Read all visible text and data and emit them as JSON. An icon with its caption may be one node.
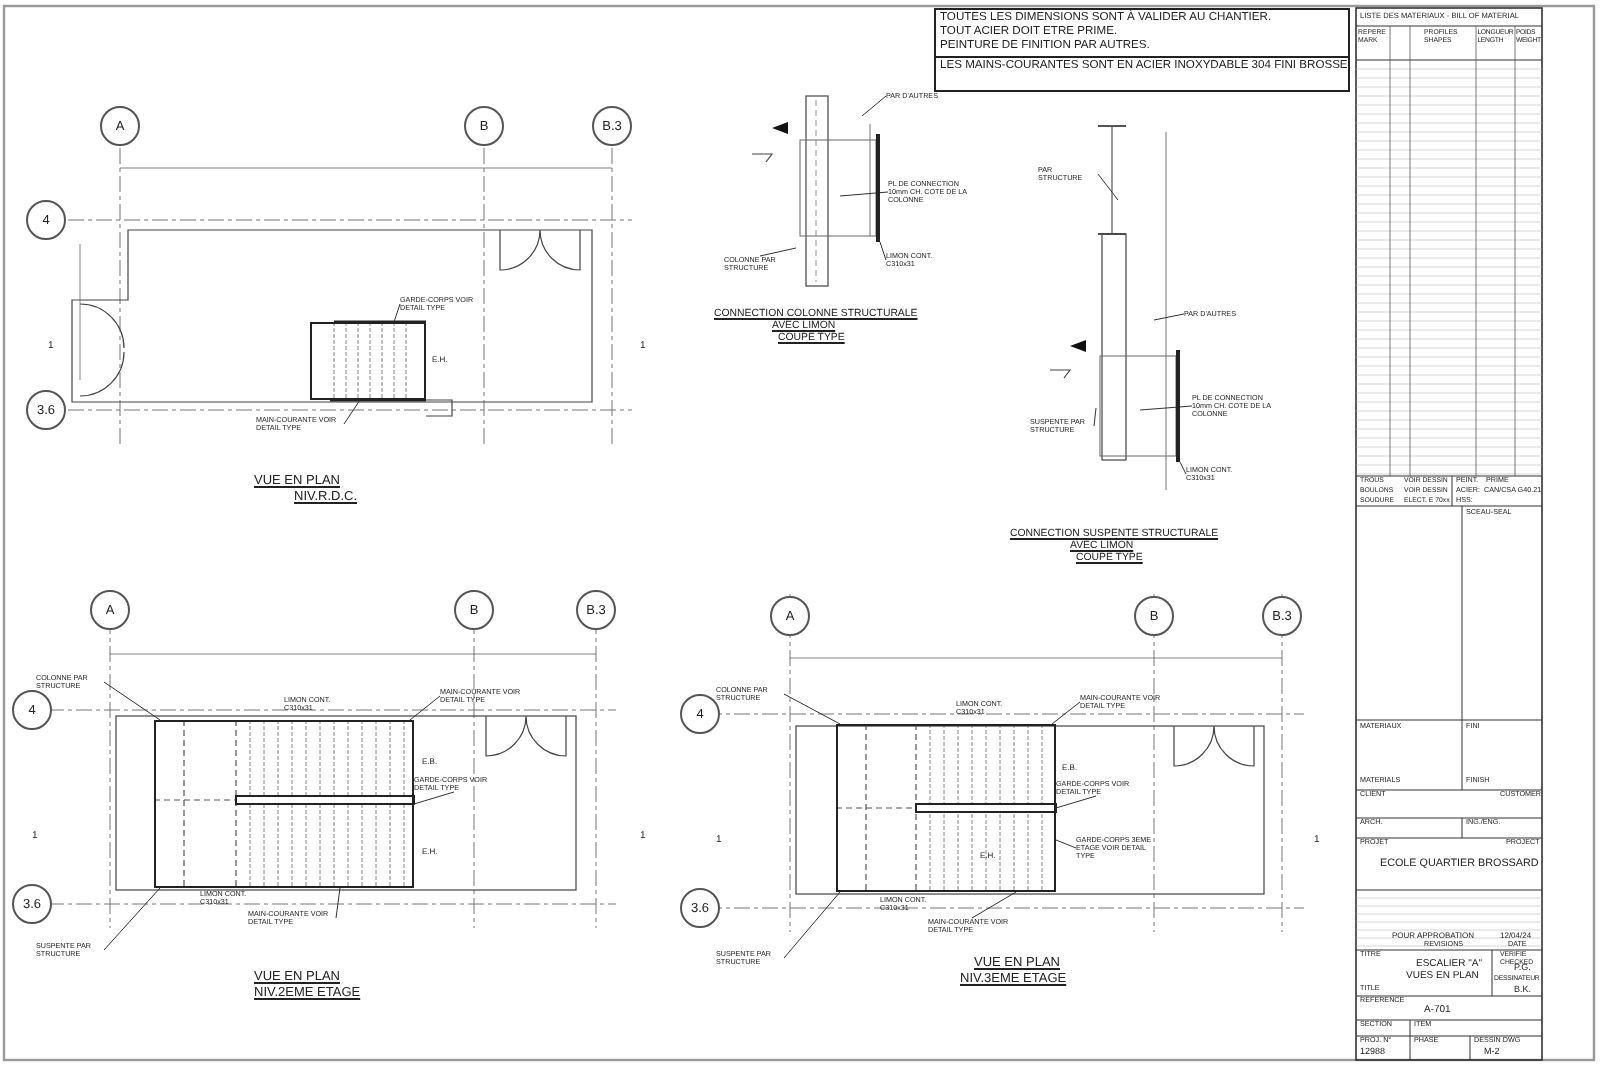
{
  "diagram": {
    "nodes": [
      {
        "text": [
          "TOUTES LES DIMENSIONS SONT À VALIDER  AU CHANTIER.",
          "TOUT ACIER DOIT ETRE PRIME.",
          "PEINTURE DE FINITION PAR AUTRES."
        ]
      },
      {
        "text": [
          "LES MAINS-COURANTES SONT EN ACIER INOXYDABLE 304 FINI BROSSE"
        ]
      },
      {
        "text": [
          "A"
        ]
      },
      {
        "text": [
          "B"
        ]
      },
      {
        "text": [
          "B.3"
        ]
      },
      {
        "text": [
          "4"
        ]
      },
      {
        "text": [
          "3.6"
        ]
      },
      {
        "text": [
          "GARDE-CORPS VOIR DETAIL TYPE"
        ]
      },
      {
        "text": [
          "MAIN-COURANTE VOIR DETAIL TYPE"
        ]
      },
      {
        "text": [
          "PAR D'AUTRES"
        ]
      },
      {
        "text": [
          "PL DE CONNECTION 10mm CH. COTE DE LA COLONNE"
        ]
      },
      {
        "text": [
          "COLONNE PAR STRUCTURE"
        ]
      },
      {
        "text": [
          "LIMON CONT. C310x31"
        ]
      },
      {
        "text": [
          "PAR STRUCTURE"
        ]
      },
      {
        "text": [
          "PAR D'AUTRES"
        ]
      },
      {
        "text": [
          "PL DE CONNECTION 10mm CH. COTE DE LA COLONNE"
        ]
      },
      {
        "text": [
          "SUSPENTE PAR STRUCTURE"
        ]
      },
      {
        "text": [
          "LIMON CONT. C310x31"
        ]
      },
      {
        "text": [
          "A"
        ]
      },
      {
        "text": [
          "B"
        ]
      },
      {
        "text": [
          "B.3"
        ]
      },
      {
        "text": [
          "4"
        ]
      },
      {
        "text": [
          "3.6"
        ]
      },
      {
        "text": [
          "COLONNE PAR STRUCTURE"
        ]
      },
      {
        "text": [
          "MAIN-COURANTE VOIR DETAIL TYPE"
        ]
      },
      {
        "text": [
          "GARDE-CORPS VOIR DETAIL TYPE"
        ]
      },
      {
        "text": [
          "MAIN-COURANTE VOIR DETAIL TYPE"
        ]
      },
      {
        "text": [
          "SUSPENTE PAR STRUCTURE"
        ]
      },
      {
        "text": [
          "A"
        ]
      },
      {
        "text": [
          "B"
        ]
      },
      {
        "text": [
          "B.3"
        ]
      },
      {
        "text": [
          "4"
        ]
      },
      {
        "text": [
          "3.6"
        ]
      },
      {
        "text": [
          "COLONNE PAR STRUCTURE"
        ]
      },
      {
        "text": [
          "MAIN-COURANTE VOIR DETAIL TYPE"
        ]
      },
      {
        "text": [
          "GARDE-CORPS VOIR DETAIL TYPE"
        ]
      },
      {
        "text": [
          "GARDE-CORPS 3EME ETAGE VOIR DETAIL TYPE"
        ]
      },
      {
        "text": [
          "MAIN-COURANTE VOIR DETAIL TYPE"
        ]
      },
      {
        "text": [
          "SUSPENTE PAR STRUCTURE"
        ]
      },
      {
        "text": [],
        "shape": "bar"
      },
      {
        "text": [],
        "shape": "bar"
      },
      {
        "text": [],
        "shape": "box"
      },
      {
        "text": [],
        "shape": "box"
      },
      {
        "text": [],
        "shape": "box"
      }
    ],
    "edges": [
      {
        "from": 7,
        "to": 41,
        "arrow": "none"
      },
      {
        "from": 8,
        "to": 41,
        "arrow": "none"
      },
      {
        "from": 9,
        "to": null,
        "arrow": "none"
      },
      {
        "from": 10,
        "to": null,
        "arrow": "none"
      },
      {
        "from": 11,
        "to": null,
        "arrow": "none"
      },
      {
        "from": 12,
        "to": 39,
        "arrow": "none"
      },
      {
        "from": 13,
        "to": null,
        "arrow": "none"
      },
      {
        "from": 14,
        "to": null,
        "arrow": "none"
      },
      {
        "from": 15,
        "to": null,
        "arrow": "none"
      },
      {
        "from": 16,
        "to": null,
        "arrow": "none"
      },
      {
        "from": 17,
        "to": 40,
        "arrow": "none"
      },
      {
        "from": 23,
        "to": 42,
        "arrow": "none"
      },
      {
        "from": 24,
        "to": 42,
        "arrow": "none"
      },
      {
        "from": 25,
        "to": 42,
        "arrow": "none"
      },
      {
        "from": 26,
        "to": 42,
        "arrow": "none"
      },
      {
        "from": 27,
        "to": 42,
        "arrow": "none"
      },
      {
        "from": 33,
        "to": 43,
        "arrow": "none"
      },
      {
        "from": 34,
        "to": 43,
        "arrow": "none"
      },
      {
        "from": 35,
        "to": 43,
        "arrow": "none"
      },
      {
        "from": 36,
        "to": 43,
        "arrow": "none"
      },
      {
        "from": 37,
        "to": 43,
        "arrow": "none"
      },
      {
        "from": 38,
        "to": 43,
        "arrow": "none"
      }
    ],
    "labels": [
      "VUE EN PLAN",
      "NIV.R.D.C.",
      "E.H.",
      "1",
      "1",
      "CONNECTION COLONNE STRUCTURALE",
      "AVEC LIMON",
      "COUPE TYPE",
      "CONNECTION SUSPENTE STRUCTURALE",
      "AVEC LIMON",
      "COUPE TYPE",
      "VUE EN PLAN",
      "NIV.2EME ETAGE",
      "E.B.",
      "E.H.",
      "LIMON CONT. C310x31",
      "LIMON CONT. C310x31",
      "1",
      "1",
      "VUE EN PLAN",
      "NIV.3EME ETAGE",
      "E.B.",
      "E.H.",
      "LIMON CONT. C310x31",
      "LIMON CONT. C310x31",
      "1",
      "1",
      "LISTE DES MATERIAUX - BILL OF MATERIAL",
      "REPERE MARK",
      "PROFILES SHAPES",
      "LONGUEUR LENGTH",
      "POIDS WEIGHT",
      "TROUS",
      "VOIR DESSIN",
      "BOULONS",
      "VOIR DESSIN",
      "SOUDURE",
      "ELECT. E 70xx",
      "PEINT.",
      "PRIME",
      "ACIER:",
      "CAN/CSA G40.21",
      "HSS:",
      "SCEAU-SEAL",
      "MATERIAUX",
      "FINI",
      "MATERIALS",
      "FINISH",
      "CLIENT",
      "CUSTOMER",
      "ARCH.",
      "ING./ENG.",
      "PROJET",
      "PROJECT",
      "ECOLE QUARTIER BROSSARD",
      "POUR APPROBATION",
      "12/04/24",
      "REVISIONS",
      "DATE",
      "TITRE",
      "ESCALIER \"A\"",
      "VUES EN PLAN",
      "TITLE",
      "VERIFIE CHECKED",
      "P.G.",
      "DESSINATEUR",
      "B.K.",
      "REFERENCE",
      "A-701",
      "SECTION",
      "ITEM",
      "PROJ. N°",
      "12988",
      "PHASE",
      "DESSIN DWG",
      "M-2"
    ]
  }
}
